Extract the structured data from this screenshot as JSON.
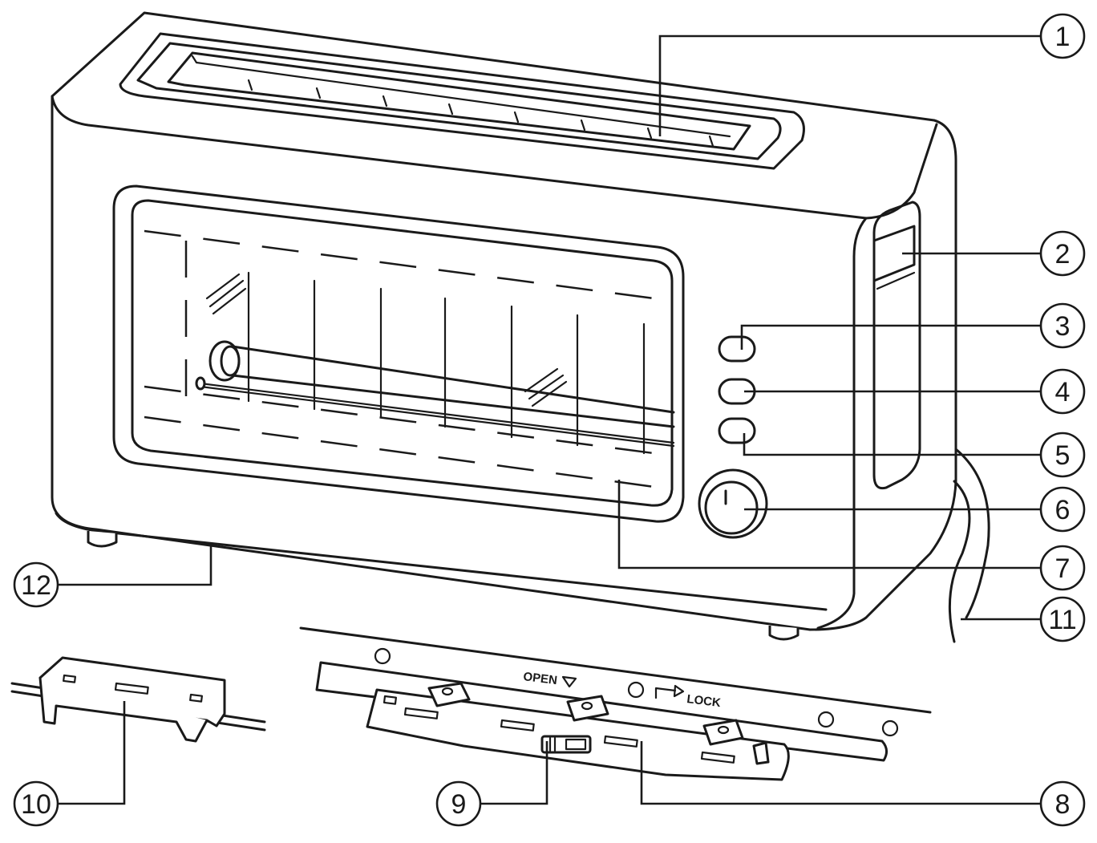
{
  "callouts": [
    "1",
    "2",
    "3",
    "4",
    "5",
    "6",
    "7",
    "8",
    "9",
    "10",
    "11",
    "12"
  ],
  "bracket_labels": {
    "open": "OPEN",
    "lock": "LOCK"
  },
  "colors": {
    "line": "#1a1a1a",
    "background": "#ffffff"
  }
}
